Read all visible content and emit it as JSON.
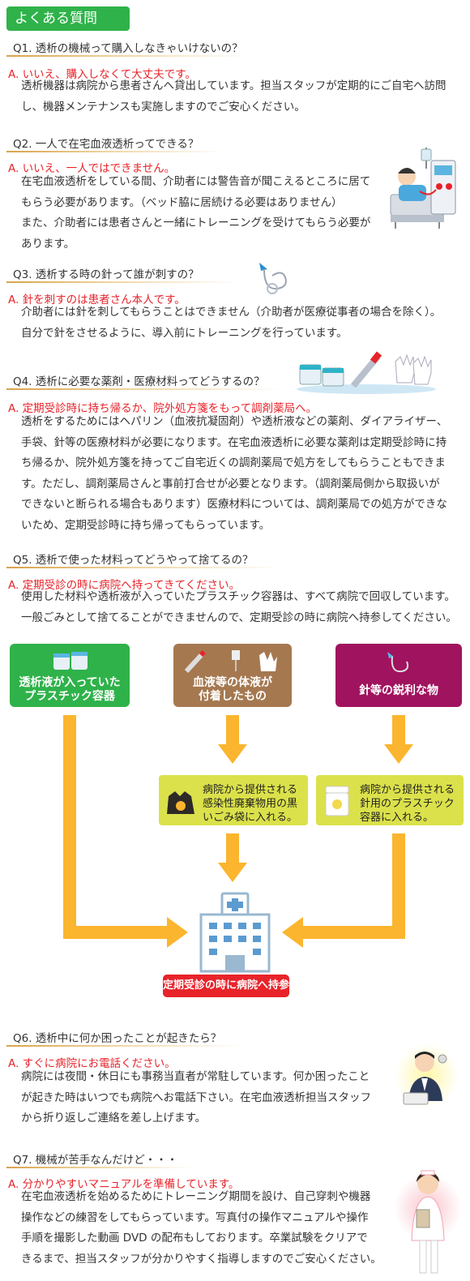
{
  "header": {
    "title": "よくある質問"
  },
  "faq": [
    {
      "q": "Q1. 透析の機械って購入しなきゃいけないの？",
      "a": "A. いいえ、購入しなくて大丈夫です。",
      "body": [
        "透析機器は病院から患者さんへ貸出しています。担当スタッフが定期的にご自宅へ訪問",
        "し、機器メンテナンスも実施しますのでご安心ください。"
      ]
    },
    {
      "q": "Q2. 一人で在宅血液透析ってできる？",
      "a": "A. いいえ、一人ではできません。",
      "body": [
        "在宅血液透析をしている間、介助者には警告音が聞こえるところに居て",
        "もらう必要があります。（ベッド脇に居続ける必要はありません）",
        "また、介助者には患者さんと一緒にトレーニングを受けてもらう必要が",
        "あります。"
      ]
    },
    {
      "q": "Q3. 透析する時の針って誰が刺すの？",
      "a": "A. 針を刺すのは患者さん本人です。",
      "body": [
        "介助者には針を刺してもらうことはできません（介助者が医療従事者の場合を除く）。",
        "自分で針をさせるように、導入前にトレーニングを行っています。"
      ]
    },
    {
      "q": "Q4. 透析に必要な薬剤・医療材料ってどうするの？",
      "a": "A. 定期受診時に持ち帰るか、院外処方箋をもって調剤薬局へ。",
      "body": [
        "透析をするためにはヘパリン（血液抗凝固剤）や透析液などの薬剤、ダイアライザー、",
        "手袋、針等の医療材料が必要になります。在宅血液透析に必要な薬剤は定期受診時に持",
        "ち帰るか、院外処方箋を持ってご自宅近くの調剤薬局で処方をしてもらうこともできま",
        "す。ただし、調剤薬局さんと事前打合せが必要となります。（調剤薬局側から取扱いが",
        "できないと断られる場合もあります）医療材料については、調剤薬局での処方ができな",
        "いため、定期受診時に持ち帰ってもらっています。"
      ]
    },
    {
      "q": "Q5. 透析で使った材料ってどうやって捨てるの？",
      "a": "A. 定期受診の時に病院へ持ってきてください。",
      "body": [
        "使用した材料や透析液が入っていたプラスチック容器は、すべて病院で回収しています。",
        "一般ごみとして捨てることができませんので、定期受診の時に病院へ持参してください。"
      ]
    },
    {
      "q": "Q6. 透析中に何か困ったことが起きたら？",
      "a": "A. すぐに病院にお電話ください。",
      "body": [
        "病院には夜間・休日にも事務当直者が常駐しています。何か困ったこと",
        "が起きた時はいつでも病院へお電話下さい。在宅血液透析担当スタッフ",
        "から折り返しご連絡を差し上げます。"
      ]
    },
    {
      "q": "Q7. 機械が苦手なんだけど・・・",
      "a": "A. 分かりやすいマニュアルを準備しています。",
      "body": [
        "在宅血液透析を始めるためにトレーニング期間を設け、自己穿刺や機器",
        "操作などの練習をしてもらっています。写真付の操作マニュアルや操作",
        "手順を撮影した動画 DVD の配布もしております。卒業試験をクリアで",
        "きるまで、担当スタッフが分かりやすく指導しますのでご安心ください。"
      ]
    }
  ],
  "flow": {
    "box_green": [
      "透析液が入っていた",
      "プラスチック容器"
    ],
    "box_brown": [
      "血液等の体液が",
      "付着したもの"
    ],
    "box_purple": "針等の鋭利な物",
    "step_bag": "病院から提供される感染性廃棄物用の黒いごみ袋に入れる。",
    "step_container": "病院から提供される針用のプラスチック容器に入れる。",
    "destination": "定期受診の時に病院へ持参",
    "colors": {
      "green": "#2fb24a",
      "brown": "#a57850",
      "purple": "#a0135e",
      "arrow": "#fbb52e",
      "yellow_box": "#dbe14a",
      "red": "#e8232a"
    }
  }
}
